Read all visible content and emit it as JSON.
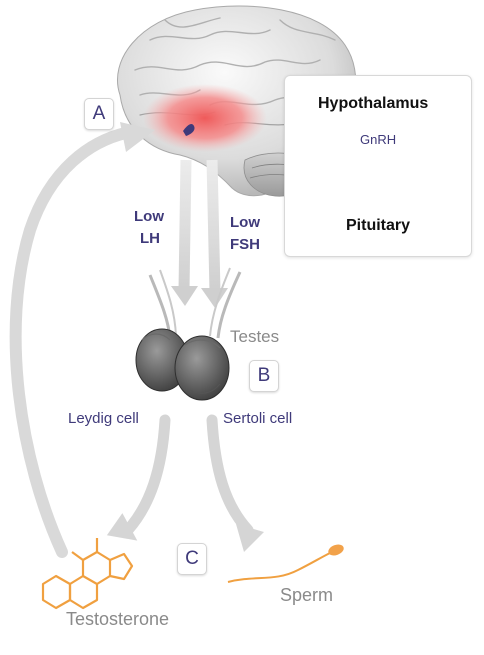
{
  "diagram": {
    "panel": {
      "top_label": "Hypothalamus",
      "arrow_label": "GnRH",
      "bottom_label": "Pituitary"
    },
    "hormones": {
      "lh_line1": "Low",
      "lh_line2": "LH",
      "fsh_line1": "Low",
      "fsh_line2": "FSH"
    },
    "organ_label": "Testes",
    "cells": {
      "leydig": "Leydig cell",
      "sertoli": "Sertoli cell"
    },
    "products": {
      "testosterone": "Testosterone",
      "sperm": "Sperm"
    },
    "markers": {
      "a": "A",
      "b": "B",
      "c": "C"
    },
    "colors": {
      "accent_purple": "#3f3a7a",
      "hypothalamus_red": "#ef5a5a",
      "hormone_orange": "#f0a040",
      "arrow_grey": "#d8d8d8",
      "gnrh_arrow": "#c9c3e6"
    }
  }
}
